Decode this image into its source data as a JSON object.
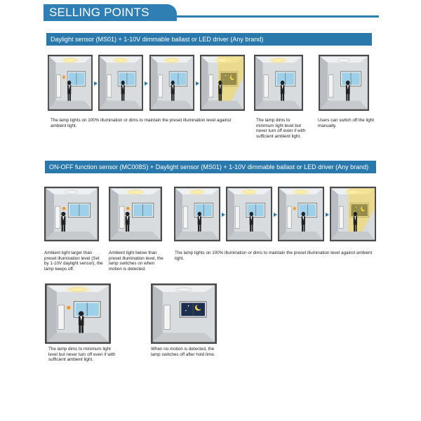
{
  "header": {
    "title": "SELLING POINTS",
    "color": "#2f7fb5"
  },
  "section1": {
    "title": "Daylight sensor (MS01) + 1-10V dimmable ballast or LED driver (Any brand)",
    "captions": {
      "a": "The lamp lights on 100% illumination or dims to maintain the preset illumination level against ambient light.",
      "b": "The lamp dims to minimum light level but never turn off even if with sufficient ambient light.",
      "c": "Users can switch off the light manually."
    }
  },
  "section2": {
    "title": "ON-OFF function sensor (MC008S) + Daylight sensor (MS01) + 1-10V dimmable ballast or LED driver (Any brand)",
    "captions": {
      "a": "Ambient light larger than preset illumination level (Set by 1-10V daylight sensor), the lamp keeps off.",
      "b": "Ambient light below than preset illumination level, the lamp switches on when motion is detected.",
      "c": "The lamp lights on 100% illumination or dims to maintain the preset illumination level against ambient light.",
      "d": "The lamp dims to minimum light level but never turn off even if with sufficient ambient light.",
      "e": "When no motion is detected, the lamp switches off after hold time."
    }
  },
  "icons": {
    "arrow": "arrow-right-icon",
    "sun": "sun-icon",
    "moon": "moon-icon",
    "lamp": "ceiling-lamp-icon"
  },
  "colors": {
    "bar": "#2a79ad",
    "sunlight": "#f7d84a",
    "window": "#9fd0ea",
    "night": "#1d2f4f"
  }
}
